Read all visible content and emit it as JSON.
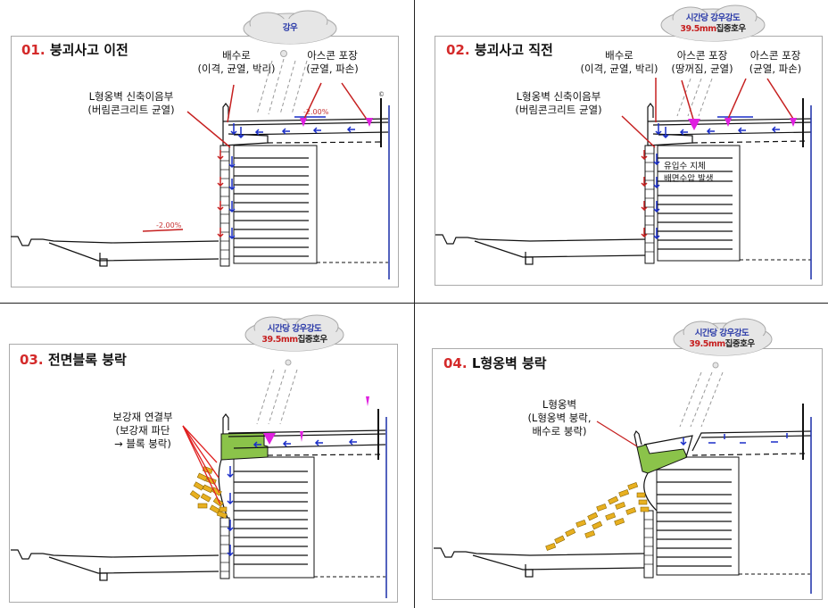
{
  "panels": [
    {
      "id": "01",
      "number": "01.",
      "title": "붕괴사고 이전",
      "cloud": {
        "line1": "강우",
        "line2_value": "",
        "line2_rest": ""
      },
      "labels": {
        "drain": "배수로",
        "drain_detail": "(이격, 균열, 박리)",
        "asphalt": "아스콘 포장",
        "asphalt_detail": "(균열, 파손)",
        "joint": "L형옹벽 신축이음부",
        "joint_detail": "(버림콘크리트 균열)",
        "slope_top": "-2.00%",
        "slope_bottom": "-2.00%"
      }
    },
    {
      "id": "02",
      "number": "02.",
      "title": "붕괴사고 직전",
      "cloud": {
        "line1": "시간당 강우강도",
        "line2_value": "39.5mm",
        "line2_rest": "집중호우"
      },
      "labels": {
        "drain": "배수로",
        "drain_detail": "(이격, 균열, 박리)",
        "asphalt1": "아스콘 포장",
        "asphalt1_detail": "(땅꺼짐, 균열)",
        "asphalt2": "아스콘 포장",
        "asphalt2_detail": "(균열, 파손)",
        "joint": "L형옹벽 신축이음부",
        "joint_detail": "(버림콘크리트 균열)",
        "inflow1": "유입수 지체",
        "inflow2": "배면수압 발생"
      }
    },
    {
      "id": "03",
      "number": "03.",
      "title": "전면블록 붕락",
      "cloud": {
        "line1": "시간당 강우강도",
        "line2_value": "39.5mm",
        "line2_rest": "집중호우"
      },
      "labels": {
        "reinforce": "보강재 연결부",
        "reinforce_detail1": "(보강재 파단",
        "reinforce_detail2": "→ 블록 붕락)"
      }
    },
    {
      "id": "04",
      "number": "04.",
      "title": "L형옹벽 붕락",
      "cloud": {
        "line1": "시간당 강우강도",
        "line2_value": "39.5mm",
        "line2_rest": "집중호우"
      },
      "labels": {
        "wall": "L형옹벽",
        "wall_detail1": "(L형옹벽 붕락,",
        "wall_detail2": "배수로 붕락)"
      }
    }
  ],
  "colors": {
    "title_number": "#d42a2a",
    "label_red": "#c63030",
    "water_arrow": "#1a2ec8",
    "crack_magenta": "#e020e0",
    "wall_green": "#8bc34a",
    "block_yellow": "#e8b020"
  }
}
